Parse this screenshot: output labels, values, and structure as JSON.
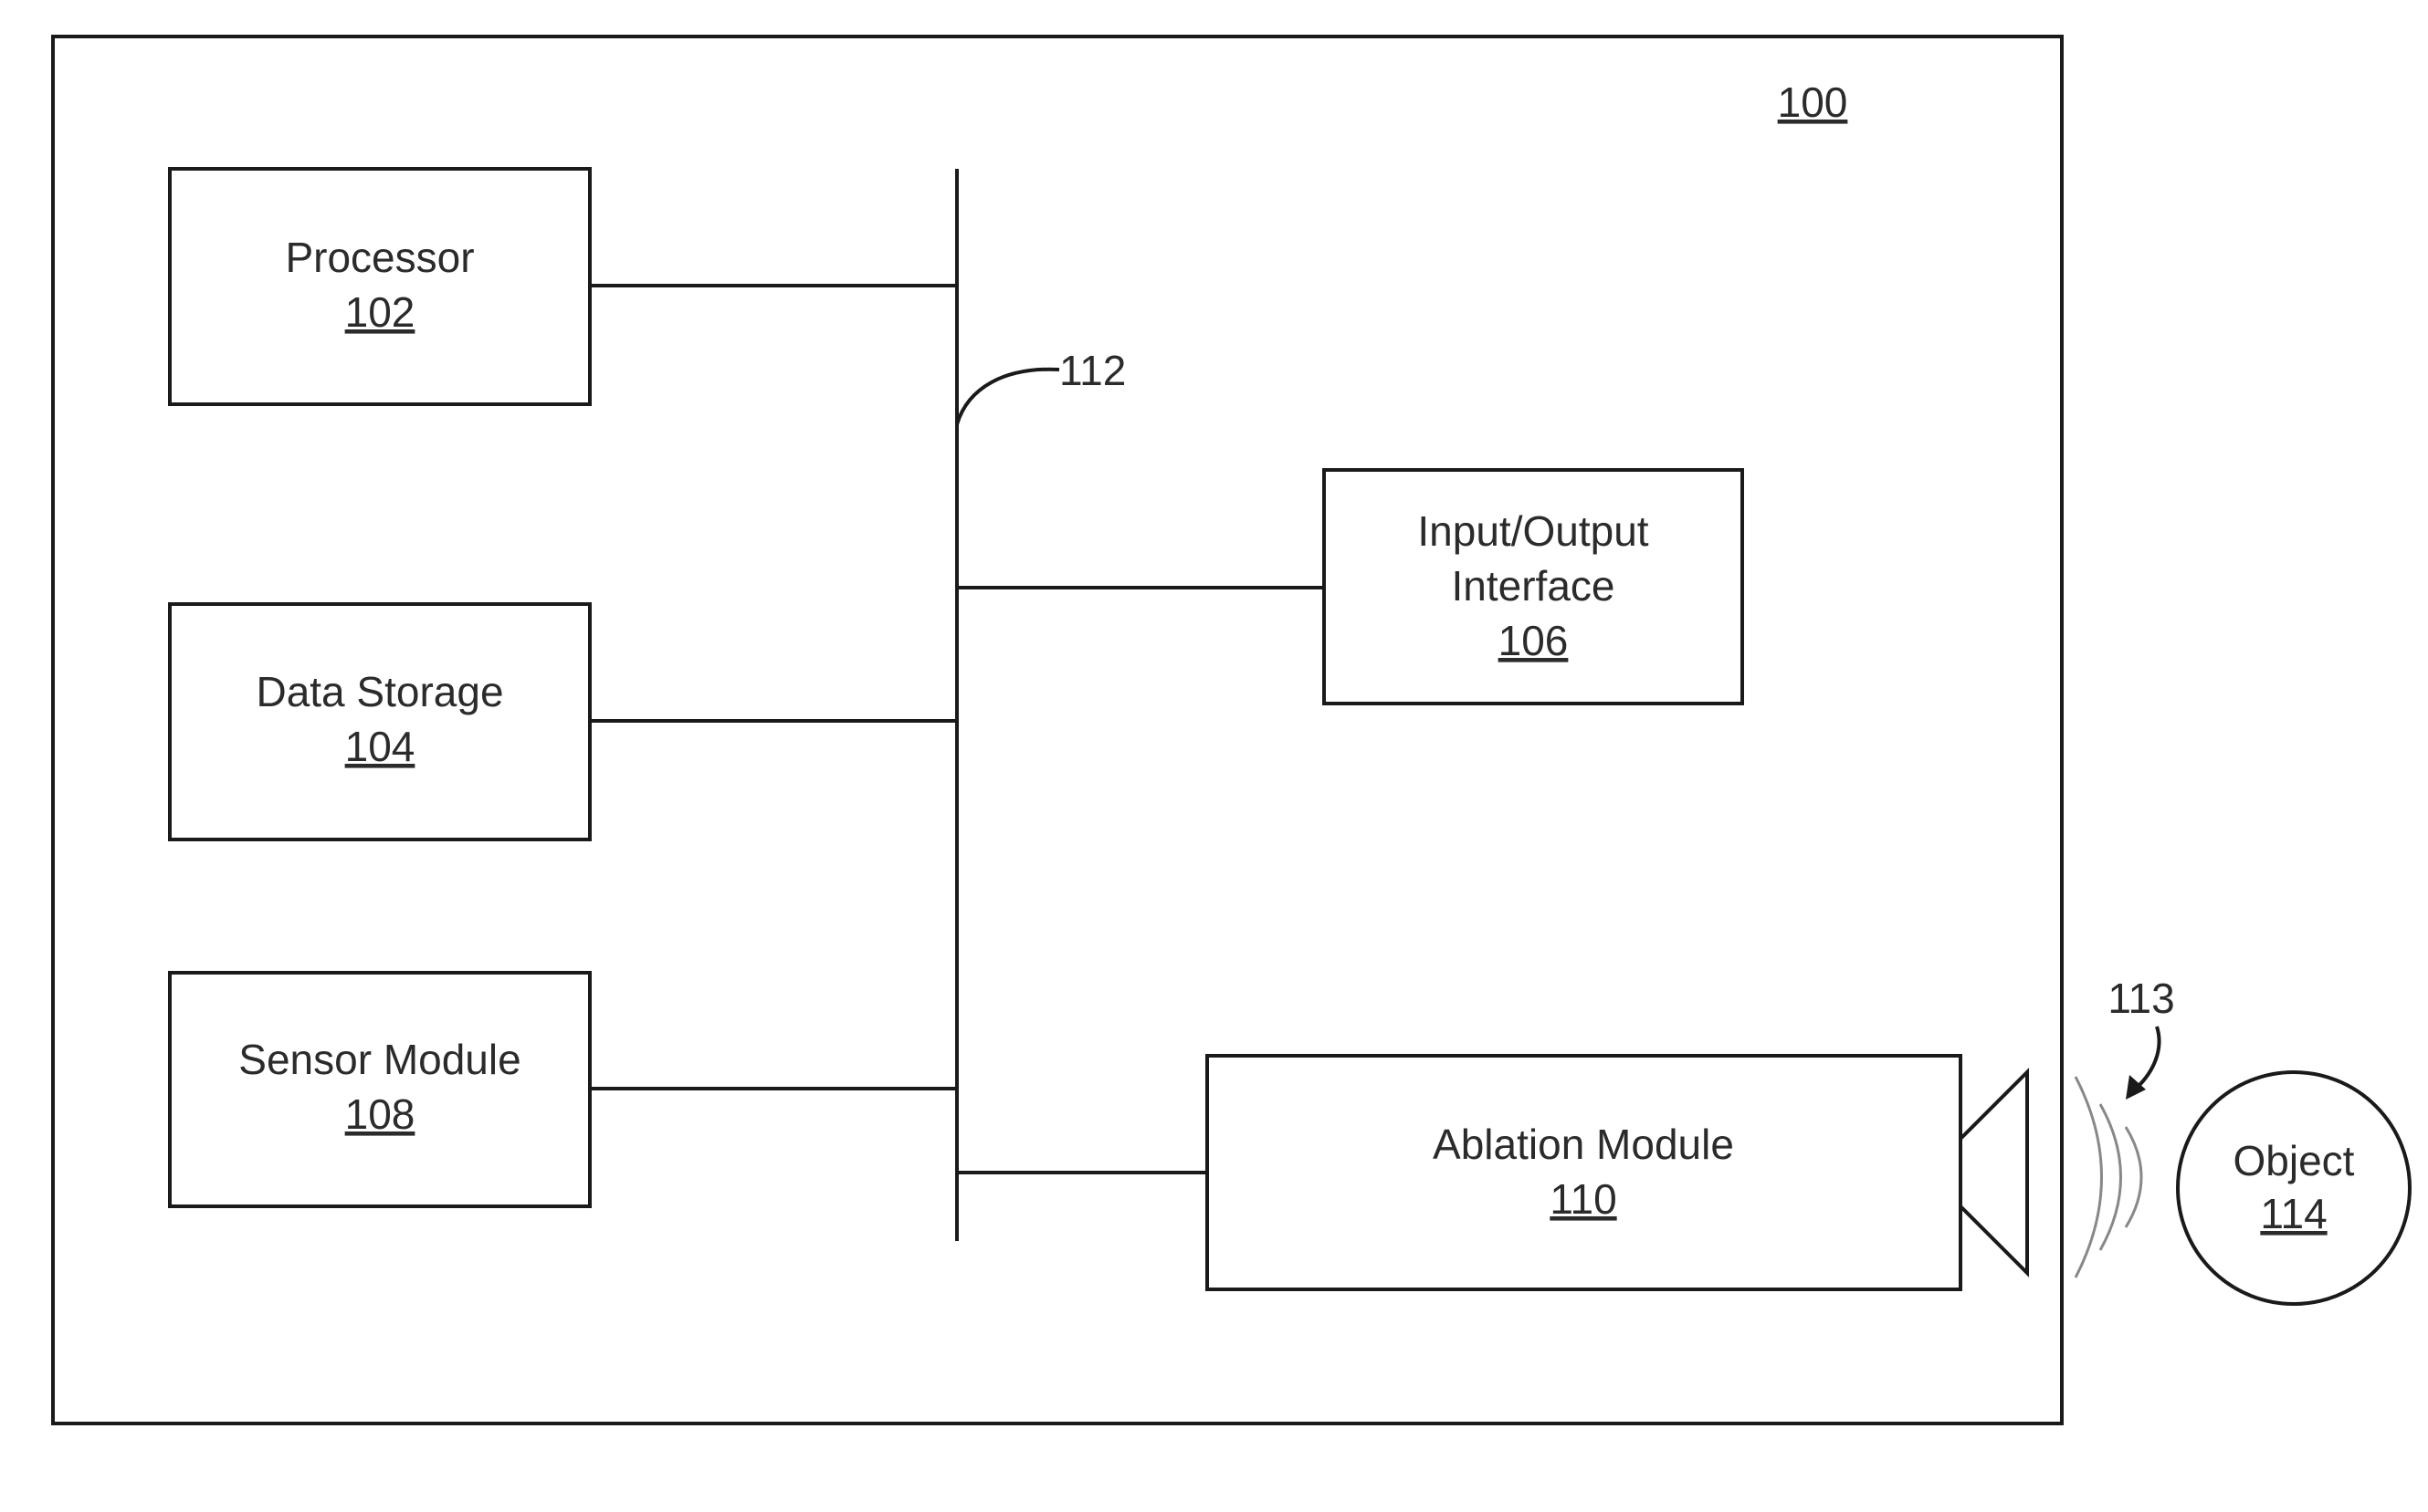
{
  "figure": {
    "system_ref": "100",
    "bus_ref": "112",
    "signal_ref": "113"
  },
  "components": {
    "processor": {
      "name": "Processor",
      "ref": "102"
    },
    "data_storage": {
      "name": "Data Storage",
      "ref": "104"
    },
    "io_interface": {
      "name_line1": "Input/Output",
      "name_line2": "Interface",
      "ref": "106"
    },
    "sensor_module": {
      "name": "Sensor Module",
      "ref": "108"
    },
    "ablation_module": {
      "name": "Ablation Module",
      "ref": "110"
    },
    "object": {
      "name": "Object",
      "ref": "114"
    }
  },
  "colors": {
    "line": "#1a1a1a",
    "text": "#2b2b2b",
    "waves": "#888888",
    "background": "#ffffff"
  }
}
